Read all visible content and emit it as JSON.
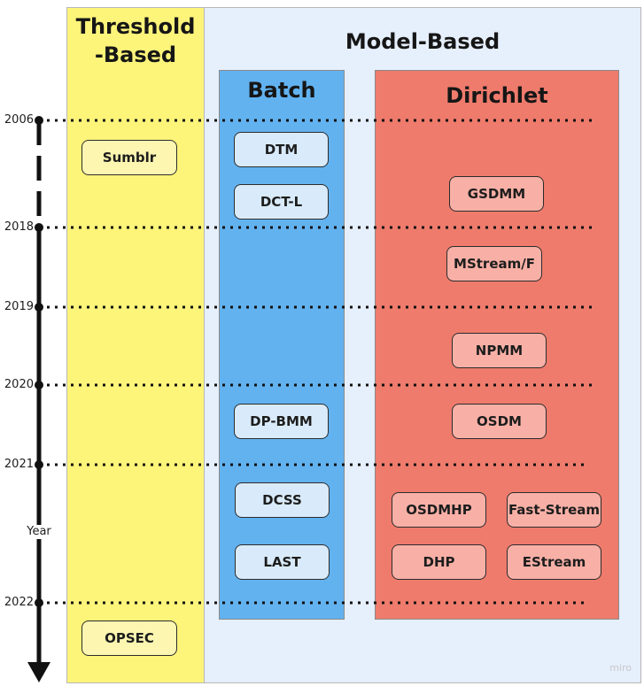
{
  "categories": {
    "threshold": {
      "title_line1": "Threshold",
      "title_line2": "-Based"
    },
    "model": {
      "title": "Model-Based"
    },
    "batch": {
      "title": "Batch"
    },
    "dirichlet": {
      "title": "Dirichlet"
    }
  },
  "axis": {
    "label": "Year",
    "years": [
      "2006",
      "2018",
      "2019",
      "2020",
      "2021",
      "2022"
    ]
  },
  "threshold_nodes": [
    "Sumblr",
    "OPSEC"
  ],
  "batch_nodes": [
    "DTM",
    "DCT-L",
    "DP-BMM",
    "DCSS",
    "LAST"
  ],
  "dirichlet_nodes": [
    "GSDMM",
    "MStream/F",
    "NPMM",
    "OSDM",
    "OSDMHP",
    "Fast-Stream",
    "DHP",
    "EStream"
  ],
  "watermark": "miro",
  "colors": {
    "threshold_bg": "#fdf47a",
    "model_bg": "#e6effc",
    "batch_bg": "#62b2f0",
    "dirichlet_bg": "#ee7b6c"
  }
}
